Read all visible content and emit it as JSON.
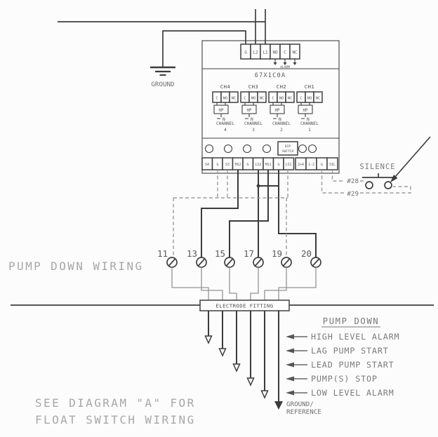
{
  "labels": {
    "pump_down_wiring": "PUMP DOWN WIRING",
    "see_diagram_line1": "SEE DIAGRAM \"A\" FOR",
    "see_diagram_line2": "FLOAT SWITCH WIRING",
    "ground": "GROUND",
    "silence": "SILENCE",
    "silence_terminal_28": "#28",
    "silence_terminal_29": "#29",
    "electrode_fitting": "ELECTRODE FITTING"
  },
  "controller": {
    "model": "67X1C0A",
    "alarm_label": "ALARM",
    "power_terminals": [
      "G",
      "L2",
      "L1",
      "NO",
      "C",
      "NC"
    ],
    "dip_switch_line1": "DIP",
    "dip_switch_line2": "SWITCH",
    "channels": [
      {
        "name": "CH4",
        "label": "CHANNEL",
        "number": "4",
        "relay_label": "HP",
        "neutral_label": "N",
        "contacts": [
          "C",
          "NO",
          "NC"
        ]
      },
      {
        "name": "CH3",
        "label": "CHANNEL",
        "number": "3",
        "relay_label": "HP",
        "neutral_label": "N",
        "contacts": [
          "C",
          "NO",
          "NC"
        ]
      },
      {
        "name": "CH2",
        "label": "CHANNEL",
        "number": "2",
        "relay_label": "HP",
        "neutral_label": "N",
        "contacts": [
          "C",
          "NO",
          "NC"
        ]
      },
      {
        "name": "CH1",
        "label": "CHANNEL",
        "number": "1",
        "relay_label": "HP",
        "neutral_label": "N",
        "contacts": [
          "C",
          "NO",
          "NC"
        ]
      }
    ],
    "strip_left": [
      "S4",
      "G",
      "S3",
      "HS2",
      "G",
      "LS2",
      "HS1",
      "G",
      "LS1"
    ],
    "strip_right": [
      "2+4",
      "1-2",
      "G",
      "SIL"
    ]
  },
  "electrodes": {
    "numbers": [
      "11",
      "13",
      "15",
      "17",
      "19",
      "20"
    ]
  },
  "legend": {
    "title": "PUMP DOWN",
    "items": [
      "HIGH LEVEL ALARM",
      "LAG PUMP START",
      "LEAD PUMP START",
      "PUMP(S) STOP",
      "LOW LEVEL ALARM"
    ],
    "ground_ref_line1": "GROUND/",
    "ground_ref_line2": "REFERENCE"
  },
  "colors": {
    "line_dark": "#3b3b3b",
    "line_gray": "#949494",
    "text_gray": "#a7a7a7"
  }
}
